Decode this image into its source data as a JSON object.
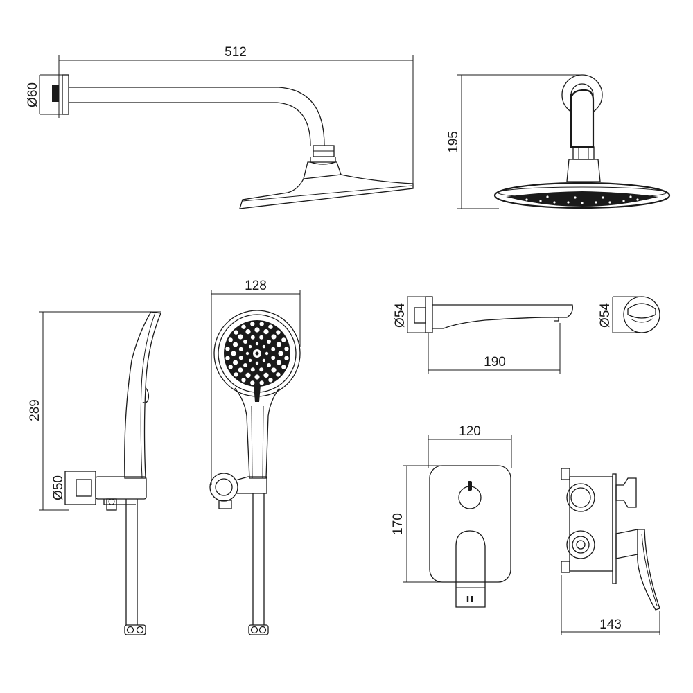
{
  "dimensions": {
    "arm_length": "512",
    "flange_diameter": "Ø60",
    "head_height": "195",
    "handheld_height": "289",
    "bracket_diameter": "Ø50",
    "handheld_width": "128",
    "spout_flange_diameter": "Ø54",
    "spout_length": "190",
    "spout_front_diameter": "Ø54",
    "plate_width": "120",
    "plate_height": "170",
    "mixer_depth": "143"
  }
}
